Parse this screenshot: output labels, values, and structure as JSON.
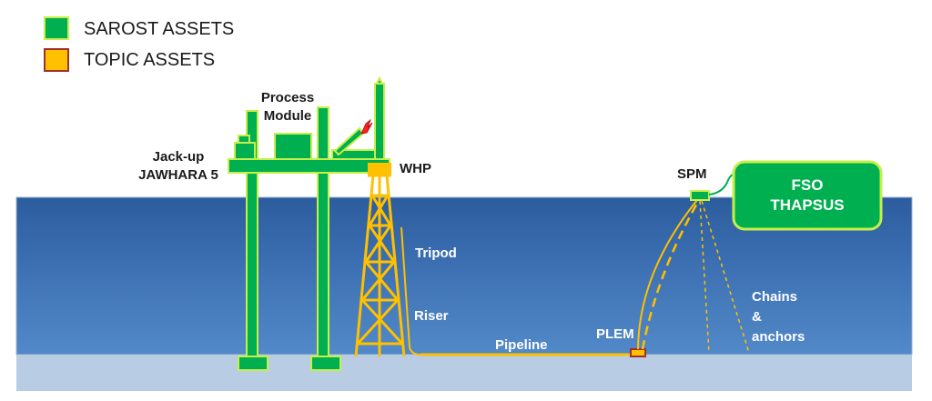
{
  "legend": {
    "items": [
      {
        "label": "SAROST ASSETS",
        "fill": "#00b050",
        "stroke": "#c6ef4a"
      },
      {
        "label": "TOPIC ASSETS",
        "fill": "#ffc000",
        "stroke": "#a0302a"
      }
    ]
  },
  "labels": {
    "process_module_line1": "Process",
    "process_module_line2": "Module",
    "jackup_line1": "Jack-up",
    "jackup_line2": "JAWHARA 5",
    "whp": "WHP",
    "spm": "SPM",
    "fso_line1": "FSO",
    "fso_line2": "THAPSUS",
    "tripod": "Tripod",
    "riser": "Riser",
    "pipeline": "Pipeline",
    "plem": "PLEM",
    "chains_line1": "Chains",
    "chains_line2": "&",
    "chains_line3": "anchors"
  },
  "colors": {
    "sea_top": "#2a5a9c",
    "sea_bottom": "#4f86c6",
    "seabed": "#b8cce4",
    "sarost_fill": "#00b050",
    "sarost_outline": "#c6ef4a",
    "topic_fill": "#ffc000",
    "topic_outline": "#a0302a",
    "flare": "#ff2020"
  }
}
